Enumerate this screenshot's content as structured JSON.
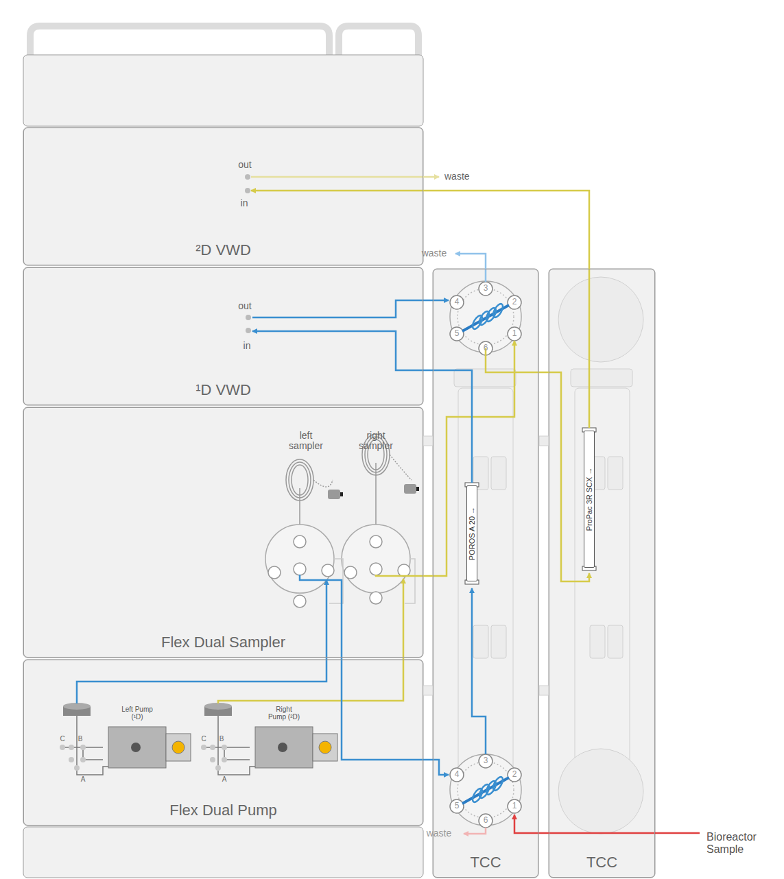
{
  "diagram": {
    "nodes": [
      {
        "text": [
          "²D VWD"
        ]
      },
      {
        "text": [
          "¹D VWD"
        ]
      },
      {
        "text": [
          "Flex Dual Sampler"
        ]
      },
      {
        "text": [
          "Flex Dual Pump"
        ]
      },
      {
        "text": [
          "TCC"
        ]
      },
      {
        "text": [
          "TCC"
        ]
      },
      {
        "text": [
          "POROS A 20 →"
        ],
        "in": 4
      },
      {
        "text": [
          "ProPac 3R SCX →"
        ],
        "in": 5
      }
    ],
    "edges": [
      {
        "from": 6,
        "to": 1,
        "arrow": "to"
      },
      {
        "from": 7,
        "to": 0,
        "arrow": "to"
      }
    ],
    "labels": [
      "out",
      "in",
      "waste",
      "out",
      "in",
      "waste",
      "3",
      "2",
      "1",
      "6",
      "5",
      "4",
      "left sampler",
      "right sampler",
      "Left Pump (¹D)",
      "Right Pump (²D)",
      "C",
      "B",
      "A",
      "C",
      "B",
      "A",
      "3",
      "2",
      "1",
      "6",
      "5",
      "4",
      "waste",
      "Bioreactor Sample"
    ]
  }
}
